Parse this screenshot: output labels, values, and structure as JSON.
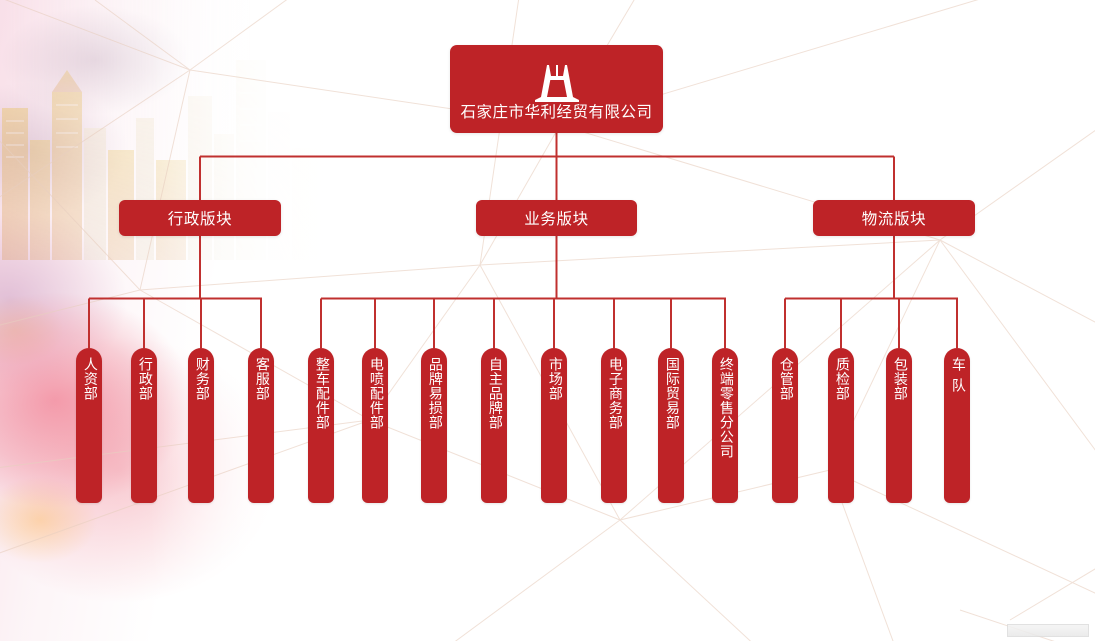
{
  "chart": {
    "type": "org-chart",
    "root": {
      "label": "石家庄市华利经贸有限公司",
      "logo": "company-arch-logo"
    },
    "divisions": [
      {
        "label": "行政版块",
        "children": [
          {
            "label": "人资部"
          },
          {
            "label": "行政部"
          },
          {
            "label": "财务部"
          },
          {
            "label": "客服部"
          }
        ]
      },
      {
        "label": "业务版块",
        "children": [
          {
            "label": "整车配件部"
          },
          {
            "label": "电喷配件部"
          },
          {
            "label": "品牌易损部"
          },
          {
            "label": "自主品牌部"
          },
          {
            "label": "市场部"
          },
          {
            "label": "电子商务部"
          },
          {
            "label": "国际贸易部"
          },
          {
            "label": "终端零售分公司"
          }
        ]
      },
      {
        "label": "物流版块",
        "children": [
          {
            "label": "仓管部"
          },
          {
            "label": "质检部"
          },
          {
            "label": "包装部"
          },
          {
            "label": "车队",
            "spaced": true
          }
        ]
      }
    ],
    "colors": {
      "node_red": "#be2327",
      "line_red": "#c0302f",
      "text_white": "#ffffff"
    }
  }
}
